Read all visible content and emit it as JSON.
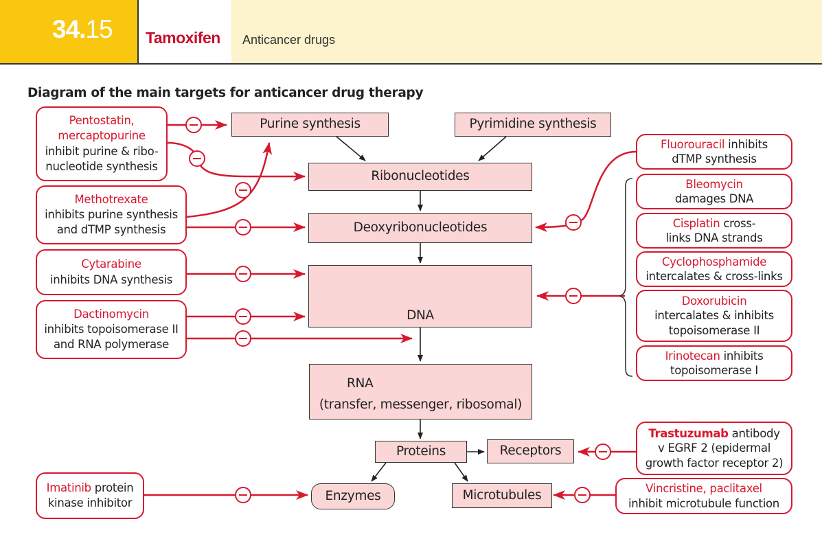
{
  "header": {
    "number_major": "34.",
    "number_minor": "15",
    "title": "Tamoxifen",
    "subtitle": "Anticancer drugs"
  },
  "diagram": {
    "title": "Diagram of the main targets for anticancer drug therapy",
    "nodes": {
      "purine": "Purine synthesis",
      "pyrimidine": "Pyrimidine synthesis",
      "ribo": "Ribonucleotides",
      "deoxy": "Deoxyribonucleotides",
      "dna": "DNA",
      "rna": "RNA",
      "rna_sub": "(transfer, messenger, ribosomal)",
      "proteins": "Proteins",
      "receptors": "Receptors",
      "enzymes": "Enzymes",
      "microtubules": "Microtubules"
    },
    "drugs": {
      "pentostatin": {
        "name": "Pentostatin,",
        "name2": "mercaptopurine",
        "desc": "inhibit purine & ribo-",
        "desc2": "nucleotide synthesis"
      },
      "methotrexate": {
        "name": "Methotrexate",
        "desc": "inhibits purine synthesis",
        "desc2": "and dTMP synthesis"
      },
      "cytarabine": {
        "name": "Cytarabine",
        "desc": "inhibits DNA synthesis"
      },
      "dactinomycin": {
        "name": "Dactinomycin",
        "desc": "inhibits topoisomerase II",
        "desc2": "and RNA polymerase"
      },
      "imatinib": {
        "name": "Imatinib",
        "desc": " protein",
        "desc2": "kinase inhibitor"
      },
      "fluorouracil": {
        "name": "Fluorouracil",
        "desc": " inhibits",
        "desc2": "dTMP synthesis"
      },
      "bleomycin": {
        "name": "Bleomycin",
        "desc": "damages DNA"
      },
      "cisplatin": {
        "name": "Cisplatin",
        "desc": " cross-",
        "desc2": "links DNA strands"
      },
      "cyclophosphamide": {
        "name": "Cyclophosphamide",
        "desc": "intercalates & cross-links"
      },
      "doxorubicin": {
        "name": "Doxorubicin",
        "desc": "intercalates & inhibits",
        "desc2": "topoisomerase II"
      },
      "irinotecan": {
        "name": "Irinotecan",
        "desc": " inhibits",
        "desc2": "topoisomerase I"
      },
      "trastuzumab": {
        "name": "Trastuzumab",
        "desc": " antibody",
        "desc2": "v EGRF 2 (epidermal",
        "desc3": "growth factor receptor 2)"
      },
      "vincristine": {
        "name": "Vincristine, paclitaxel",
        "desc": "inhibit microtubule function"
      }
    },
    "colors": {
      "accent_red": "#d7192f",
      "node_fill": "#fbd6d6",
      "header_yellow": "#f9c710",
      "header_cream": "#fdf3cc"
    }
  }
}
